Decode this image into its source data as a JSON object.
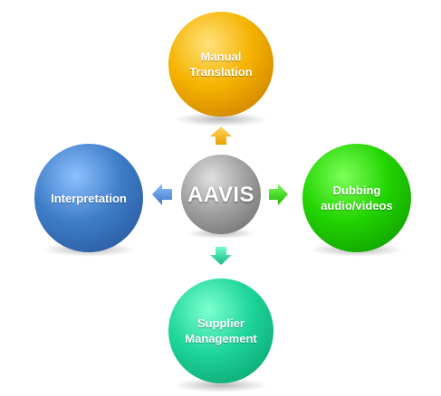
{
  "diagram": {
    "center": {
      "label": "AAVIS",
      "color": "#9e9e9e"
    },
    "nodes": {
      "top": {
        "label": "Manual\nTranslation",
        "color": "#f3a800"
      },
      "right": {
        "label": "Dubbing\naudio/videos",
        "color": "#1fd000"
      },
      "bottom": {
        "label": "Supplier\nManagement",
        "color": "#1ed59a"
      },
      "left": {
        "label": "Interpretation",
        "color": "#3f7ec9"
      }
    },
    "arrows": {
      "up": {
        "color": "#f3b000"
      },
      "right": {
        "color": "#2ad400"
      },
      "down": {
        "color": "#21d6a0"
      },
      "left": {
        "color": "#4f8fd8"
      }
    }
  }
}
